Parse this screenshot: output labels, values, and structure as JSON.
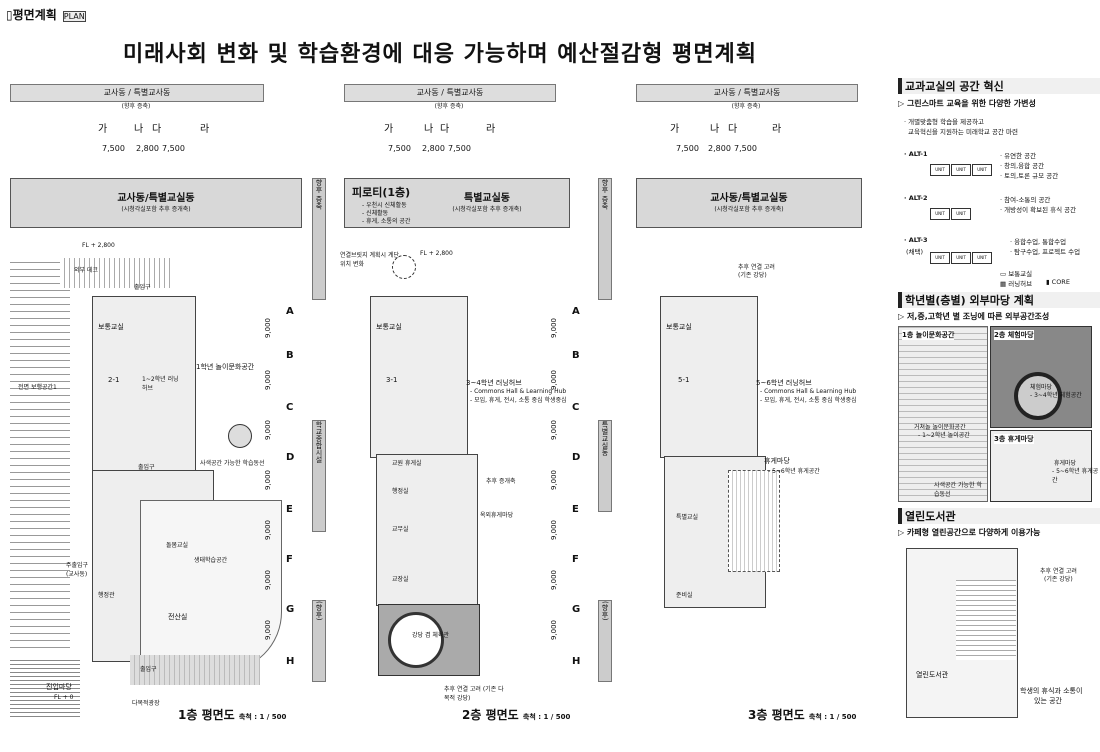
{
  "header": {
    "title": "평면계획",
    "sub": "PLAN"
  },
  "main_title": "미래사회 변화 및 학습환경에 대응 가능하며 예산절감형 평면계획",
  "plans": [
    {
      "bar": "교사동 / 특별교사동",
      "bar_sub": "(향후 증축)",
      "flags": [
        "가",
        "나",
        "다",
        "라"
      ],
      "dims": [
        "7,500",
        "2,800",
        "7,500"
      ],
      "block": "교사동/특별교실동",
      "block_sub": "(시청각실포함 추후 증개축)",
      "axis": "향후 증축",
      "axis2": "학교종합시설",
      "axis3": "(향후)",
      "caption": "1층 평면도",
      "scale": "축척 : 1 / 500",
      "labels": {
        "fl": "FL + 2,800",
        "deck": "외부 데크",
        "ent1": "출입구",
        "walk": "전면 보행공간1",
        "r1": "보통교실",
        "r2": "2-1",
        "hub": "1~2학년 러닝허브",
        "play": "1학년 놀이문화공간",
        "stair": "출입구",
        "mid": "사색공간 가능한 학습동선",
        "life": "생태학습공간",
        "open": "주출입구 (교사동)",
        "adm": "전산실",
        "care": "돌봄교실",
        "toilet": "출입구",
        "st": "행정관",
        "garden": "진입마당",
        "fl2": "FL + 0",
        "flow": "다목적광장"
      }
    },
    {
      "bar": "교사동 / 특별교사동",
      "bar_sub": "(향후 증축)",
      "flags": [
        "가",
        "나",
        "다",
        "라"
      ],
      "dims": [
        "7,500",
        "2,800",
        "7,500"
      ],
      "block": "특별교실동",
      "block_sub": "(시청각실포함 추후 증개축)",
      "pilotis": "피로티(1층)",
      "pilotis_items": [
        "- 우천시 신체활동",
        "- 신체활동",
        "- 휴게, 소통의 공간"
      ],
      "axis": "향후 증축",
      "axis2": "특별교실동",
      "axis3": "(향후)",
      "caption": "2층 평면도",
      "scale": "축척 : 1 / 500",
      "labels": {
        "link": "연결브릿지 계획시 계단위치 변화",
        "fl": "FL + 2,800",
        "r1": "보통교실",
        "r2": "3-1",
        "hub": "3~4학년 러닝허브",
        "hubsub": "- Commons Hall & Learning Hub",
        "hubsub2": "- 모임, 휴게, 전시, 소통 중심 학생중심",
        "lib": "교원 휴게실",
        "a": "행정실",
        "b": "교무실",
        "c": "교장실",
        "d": "강당 겸 체육관",
        "rest": "옥외휴게마당",
        "ext": "추후 증개축",
        "ext2": "추후 연결 고려 (기존 다목적 강당)"
      }
    },
    {
      "bar": "교사동 / 특별교사동",
      "bar_sub": "(향후 증축)",
      "flags": [
        "가",
        "나",
        "다",
        "라"
      ],
      "dims": [
        "7,500",
        "2,800",
        "7,500"
      ],
      "block": "교사동/특별교실동",
      "block_sub": "(시청각실포함 추후 증개축)",
      "axis": "향후 증축",
      "axis2": "학교종합시설",
      "axis3": "(향후)",
      "caption": "3층 평면도",
      "scale": "축척 : 1 / 500",
      "labels": {
        "r1": "보통교실",
        "r2": "5-1",
        "hub": "5~6학년 러닝허브",
        "hubsub": "- Commons Hall & Learning Hub",
        "hubsub2": "- 모임, 휴게, 전시, 소통 중심 학생중심",
        "rest": "휴게마당",
        "restsub": "- 5~6학년 휴게공간",
        "sp": "특별교실",
        "lib": "준비실",
        "ext": "추후 연결 고려",
        "ext2": "(기존 강당)"
      }
    }
  ],
  "grid": [
    "A",
    "B",
    "C",
    "D",
    "E",
    "F",
    "G",
    "H"
  ],
  "grid_span": "9,000",
  "right": {
    "s1": {
      "title": "교과교실의 공간 혁신",
      "sub": "그린스마트 교육을 위한 다양한 가변성",
      "desc": [
        "· 개별맞춤형 학습을 제공하고",
        "교육혁신을 지원하는 미래학교 공간 마련"
      ],
      "alts": [
        {
          "name": "· ALT-1",
          "items": [
            "· 유연한 공간",
            "· 창의,융합 공간",
            "· 토의,토론 규모 공간"
          ]
        },
        {
          "name": "· ALT-2",
          "items": [
            "· 참여-소통의 공간",
            "· 개방성이 확보된 휴식 공간"
          ]
        },
        {
          "name": "· ALT-3",
          "tag": "(채택)",
          "items": [
            "· 융합수업, 통합수업",
            "· 탐구수업, 프로젝트 수업"
          ]
        }
      ],
      "unit": "UNIT",
      "legend": [
        "보통교실",
        "러닝허브",
        "CORE"
      ]
    },
    "s2": {
      "title": "학년별(층별) 외부마당 계획",
      "sub": "저,중,고학년 별 조닝에 따른 외부공간조성",
      "zones": [
        "1층 놀이문화공간",
        "2층 체험마당",
        "3층 휴게마당"
      ],
      "l": [
        "거쳐놀 놀이문화공간",
        "- 1~2학년 놀이공간",
        "체험마당",
        "- 3~4학년 체험공간",
        "휴게마당",
        "- 5~6학년 휴게공간",
        "사색공간 가능한 학습동선"
      ]
    },
    "s3": {
      "title": "열린도서관",
      "sub": "카페형 열린공간으로 다양하게 이용가능",
      "l": [
        "추후 연결 고려",
        "(기존 강당)",
        "학생의 휴식과 소통이",
        "있는 공간",
        "열린도서관"
      ]
    }
  }
}
